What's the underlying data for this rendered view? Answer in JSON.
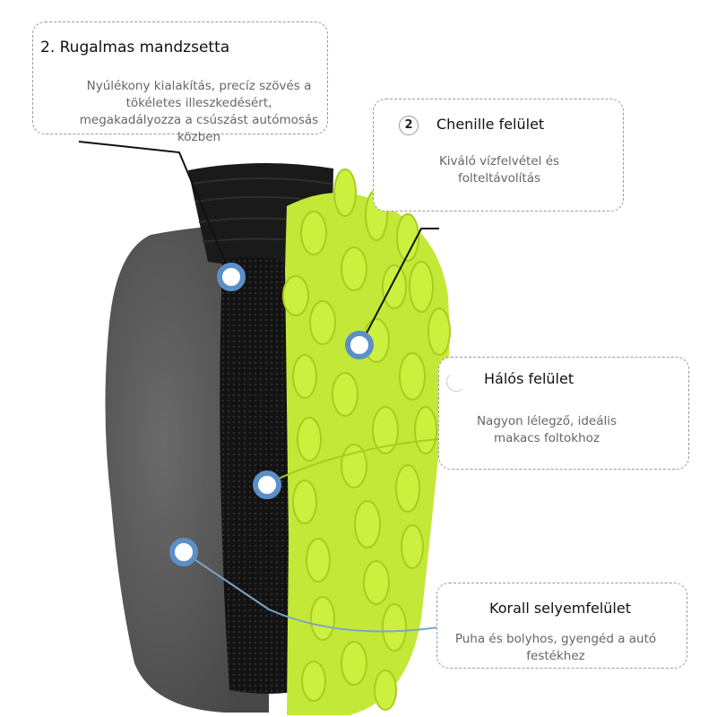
{
  "callouts": [
    {
      "title": "2. Rugalmas mandzsetta",
      "description": "Nyúlékony kialakítás, precíz szövés a tökéletes illeszkedésért, megakadályozza a csúszást autómosás közben"
    },
    {
      "title": "Chenille felület",
      "description": "Kiváló vízfelvétel és folteltávolítás",
      "icon": "circled-number-icon"
    },
    {
      "title": "Hálós felület",
      "description": "Nagyon lélegző, ideális makacs foltokhoz",
      "icon": "partial-circle-icon"
    },
    {
      "title": "Korall selyemfelület",
      "description": "Puha és bolyhos, gyengéd a autó festékhez"
    }
  ],
  "colors": {
    "chenille": "#c8ee3a",
    "chenille_shadow": "#9dc420",
    "coral_fleece": "#5f5f5f",
    "mesh": "#141414",
    "cuff": "#1c1c1c",
    "marker": "#5b8fc7"
  }
}
